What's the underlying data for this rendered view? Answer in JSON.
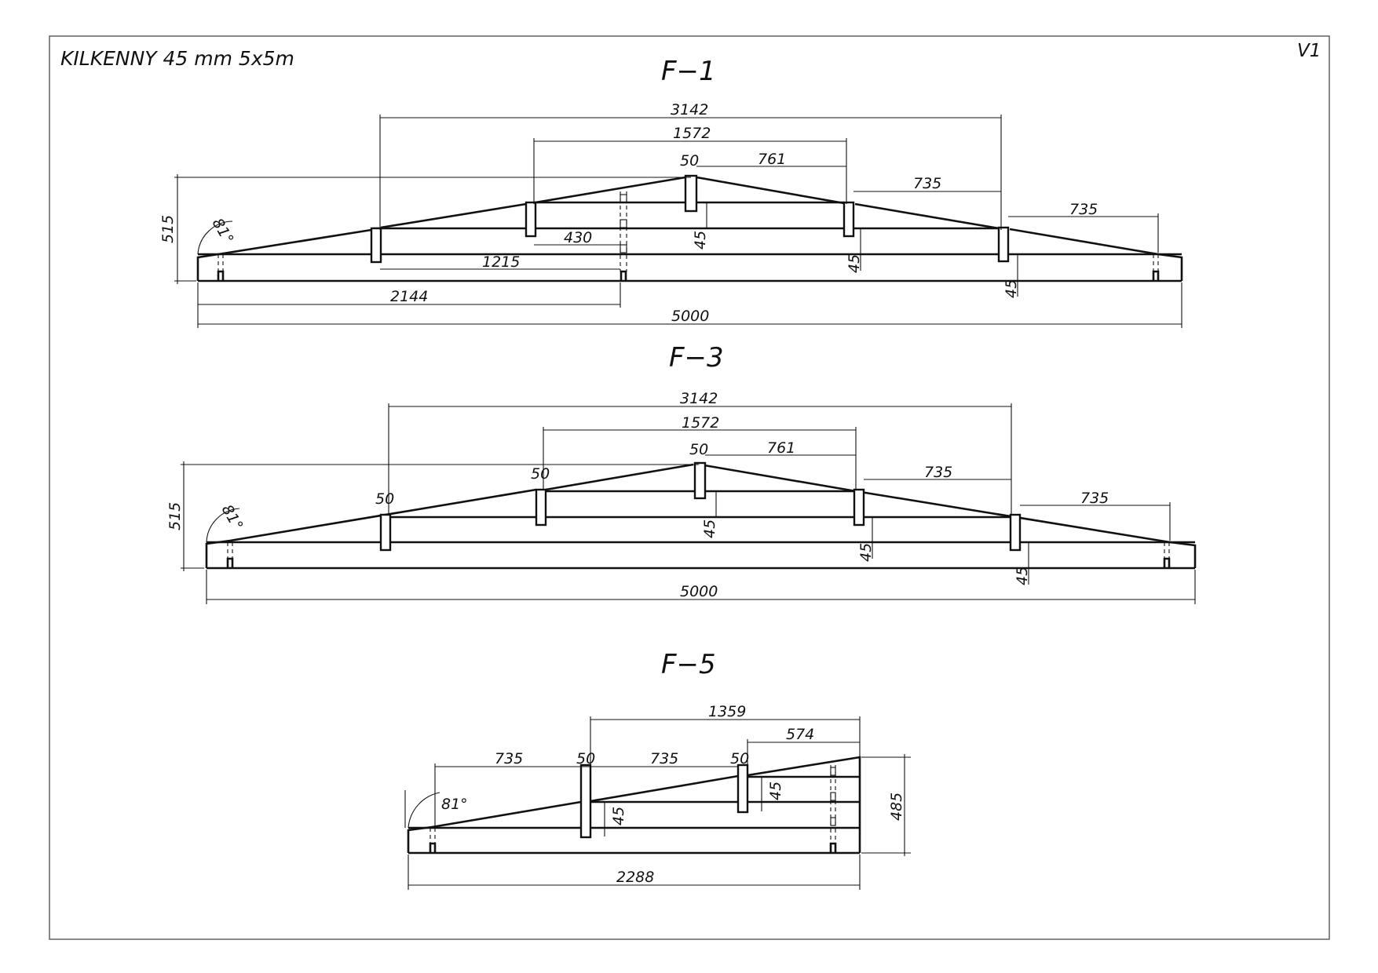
{
  "sheet": {
    "title": "KILKENNY 45 mm 5x5m",
    "version": "V1"
  },
  "colors": {
    "line": "#111111",
    "background": "#ffffff",
    "frame": "#555555"
  },
  "drawings": {
    "f1": {
      "label": "F−1",
      "dims": {
        "overall_top": "3142",
        "middle_top": "1572",
        "post": "50",
        "half_center": "761",
        "right_1": "735",
        "right_2": "735",
        "height": "515",
        "angle": "81°",
        "inner_1": "430",
        "inner_2": "1215",
        "to_center": "2144",
        "overall_length": "5000",
        "spacing_a": "45",
        "spacing_b": "45",
        "spacing_c": "45"
      }
    },
    "f3": {
      "label": "F−3",
      "dims": {
        "overall_top": "3142",
        "middle_top": "1572",
        "post_center": "50",
        "half_center": "761",
        "right_1": "735",
        "right_2": "735",
        "height": "515",
        "angle": "81°",
        "post_left_1": "50",
        "post_left_2": "50",
        "overall_length": "5000",
        "spacing_a": "45",
        "spacing_b": "45",
        "spacing_c": "45"
      }
    },
    "f5": {
      "label": "F−5",
      "dims": {
        "top_long": "1359",
        "top_short": "574",
        "left_1": "735",
        "post_1": "50",
        "left_2": "735",
        "post_2": "50",
        "angle": "81°",
        "spacing_a": "45",
        "spacing_b": "45",
        "height": "485",
        "overall_length": "2288"
      }
    }
  }
}
